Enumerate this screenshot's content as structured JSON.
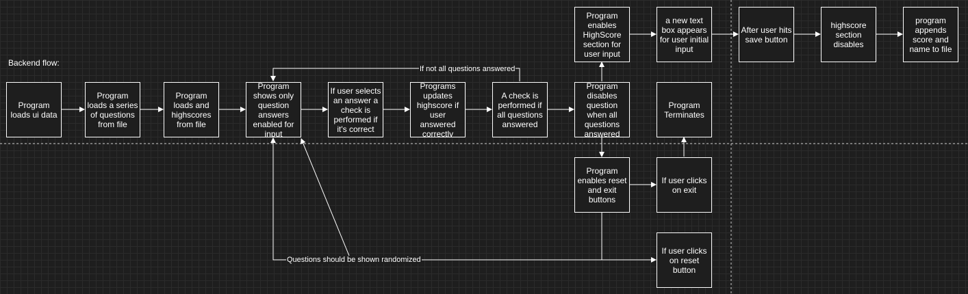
{
  "heading": "Backend flow:",
  "nodes": {
    "load_ui": "Program loads ui data",
    "load_questions": "Program loads a series of questions from file",
    "load_highscores": "Program loads and highscores from file",
    "show_questions": "Program shows only question answers enabled for input",
    "check_answer": "If user selects an answer a check is performed if it's correct",
    "update_score": "Programs updates highscore if user answered correctly",
    "check_all": "A check is performed if all questions answered",
    "disable_question": "Program disables question when all questions answered",
    "enable_highscore": "Program enables HighScore section for user input",
    "text_box": "a new text box appears for user initial input",
    "save_click": "After user hits save button",
    "highscore_disable": "highscore section disables",
    "append_file": "program appends score and name to file",
    "terminate": "Program Terminates",
    "enable_reset_exit": "Program enables reset and exit buttons",
    "click_exit": "If user clicks on exit",
    "click_reset": "If user clicks on reset button"
  },
  "edge_labels": {
    "not_all_answered": "If not all questions answered",
    "randomized": "Questions should be shown randomized"
  },
  "colors": {
    "background": "#1e1e1e",
    "grid": "#2b2b2b",
    "stroke": "#ffffff",
    "divider": "#cccccc"
  }
}
